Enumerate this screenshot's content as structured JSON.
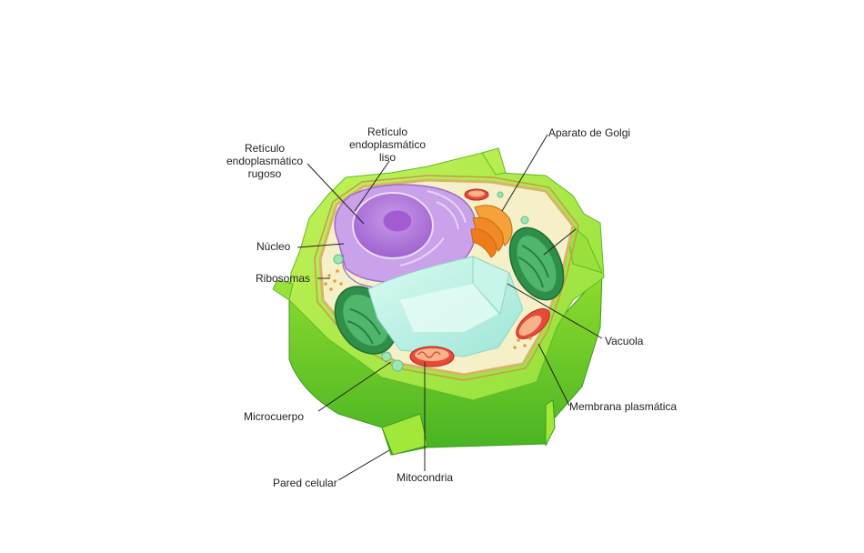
{
  "labels": {
    "rer": "Retículo\nendoplasmático\nrugoso",
    "ser": "Retículo\nendoplasmático\nliso",
    "golgi": "Aparato de Golgi",
    "nucleus": "Núcleo",
    "ribosomes": "Ribosomas",
    "vacuole": "Vacuola",
    "plasma_membrane": "Membrana plasmática",
    "microbody": "Microcuerpo",
    "mitochondrion": "Mitocondria",
    "cell_wall": "Pared celular"
  },
  "colors": {
    "cell_wall_light": "#a6e83a",
    "cell_wall_mid": "#7fd32a",
    "cell_wall_dark": "#3fae1f",
    "cytoplasm": "#f3efc4",
    "membrane": "#d8b36a",
    "nucleus": "#b07ad9",
    "nucleolus": "#9b4fc7",
    "er": "#c59be6",
    "golgi": "#f08a24",
    "chloroplast": "#3b9e57",
    "vacuole": "#bff0e4",
    "mitochondrion": "#e84a3a",
    "microbody": "#9fe4b4"
  }
}
